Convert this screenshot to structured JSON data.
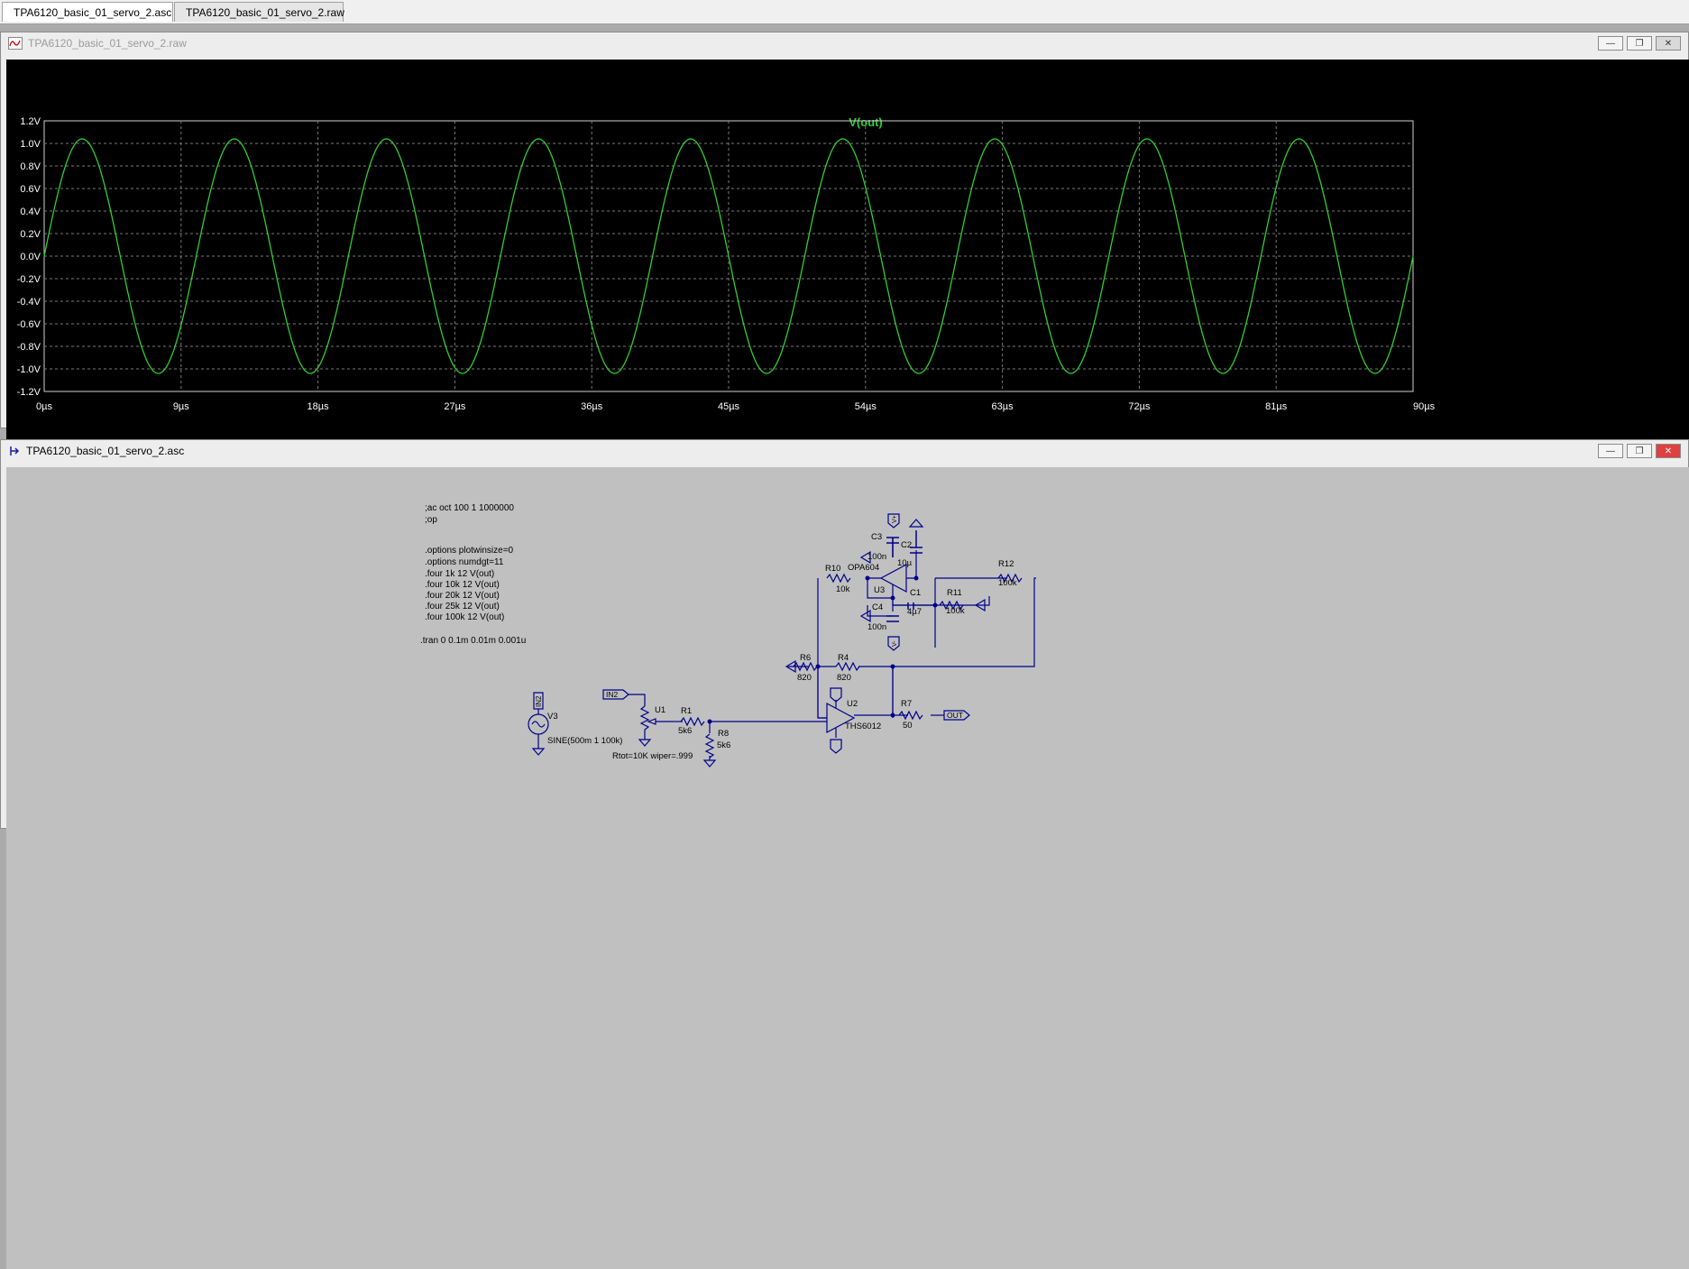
{
  "tabs": [
    {
      "label": "TPA6120_basic_01_servo_2.asc",
      "icon": "schematic-icon",
      "active": true
    },
    {
      "label": "TPA6120_basic_01_servo_2.raw",
      "icon": "waveform-icon",
      "active": false
    }
  ],
  "waveform_window": {
    "title": "TPA6120_basic_01_servo_2.raw",
    "trace_label": "V(out)",
    "trace_color": "#33cc33"
  },
  "schematic_window": {
    "title": "TPA6120_basic_01_servo_2.asc"
  },
  "chart_data": {
    "type": "line",
    "title": "V(out)",
    "xlabel": "",
    "ylabel": "",
    "xlim": [
      0,
      90
    ],
    "ylim": [
      -1.2,
      1.2
    ],
    "x_unit": "µs",
    "x_ticks": [
      "0µs",
      "9µs",
      "18µs",
      "27µs",
      "36µs",
      "45µs",
      "54µs",
      "63µs",
      "72µs",
      "81µs",
      "90µs"
    ],
    "y_ticks": [
      "1.2V",
      "1.0V",
      "0.8V",
      "0.6V",
      "0.4V",
      "0.2V",
      "0.0V",
      "-0.2V",
      "-0.4V",
      "-0.6V",
      "-0.8V",
      "-1.0V",
      "-1.2V"
    ],
    "grid": true,
    "series": [
      {
        "name": "V(out)",
        "waveform": "sine",
        "amplitude": 1.04,
        "frequency_khz": 100,
        "offset": 0,
        "color": "#33cc33"
      }
    ]
  },
  "schematic": {
    "directives": [
      ";ac oct 100 1 1000000",
      ";op",
      ".options plotwinsize=0",
      ".options numdgt=11",
      ".four 1k 12 V(out)",
      ".four 10k 12 V(out)",
      ".four 20k 12 V(out)",
      ".four 25k 12 V(out)",
      ".four 100k 12 V(out)",
      ".tran 0 0.1m 0.01m 0.001u"
    ],
    "labels": {
      "c3": "C3",
      "c3v": "100n",
      "c2": "C2",
      "c2v": "10µ",
      "r10": "R10",
      "r10v": "10k",
      "opa": "OPA604",
      "u3": "U3",
      "c1": "C1",
      "c1v": "4µ7",
      "r11": "R11",
      "r11v": "100k",
      "c4": "C4",
      "c4v": "100n",
      "r12": "R12",
      "r12v": "100k",
      "r6": "R6",
      "r6v": "820",
      "r4": "R4",
      "r4v": "820",
      "u2": "U2",
      "ths": "THS6012",
      "r7": "R7",
      "r7v": "50",
      "out": "OUT",
      "in2": "IN2",
      "in2b": "IN2",
      "u1": "U1",
      "r1": "R1",
      "r1v": "5k6",
      "r8": "R8",
      "r8v": "5k6",
      "v3": "V3",
      "sine": "SINE(500m 1 100k)",
      "rtot": "Rtot=10K wiper=.999",
      "vp": "V+",
      "vm": "V-"
    }
  }
}
